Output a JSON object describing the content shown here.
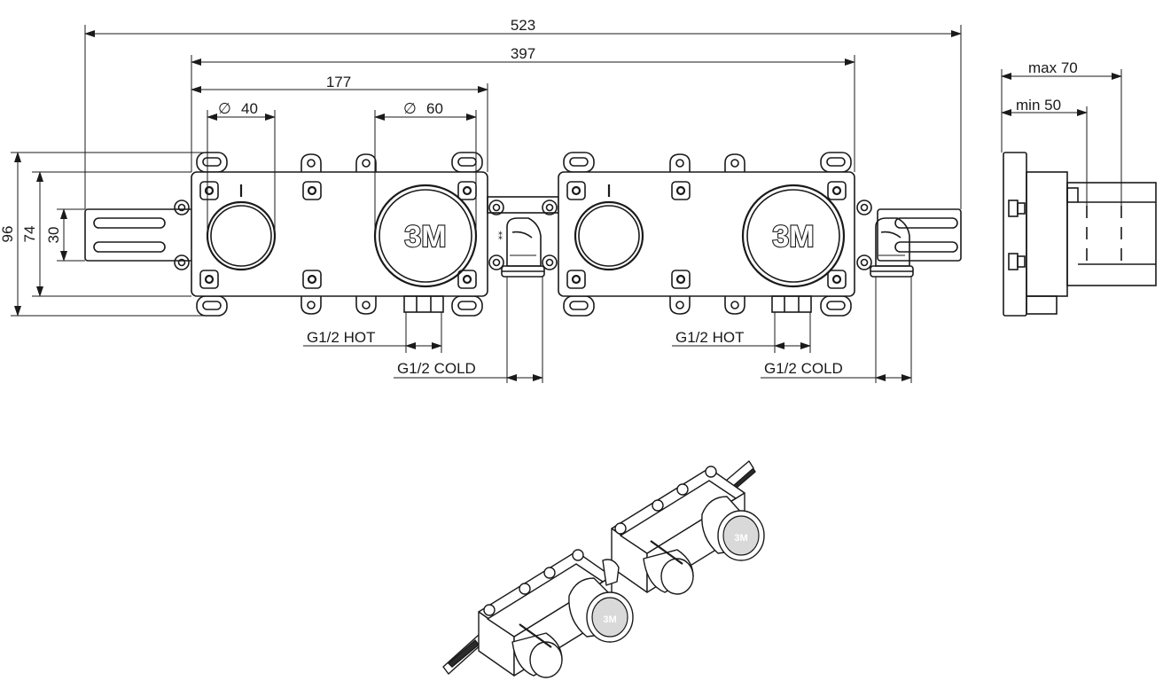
{
  "dimensions": {
    "overall_width": "523",
    "housing_span": "397",
    "module_width": "177",
    "diameter_small": "40",
    "diameter_large": "60",
    "diameter_symbol": "∅",
    "height_total": "96",
    "height_box": "74",
    "height_bracket": "30",
    "depth_max": "max  70",
    "depth_min": "min  50"
  },
  "connections": {
    "module1_hot": "G1/2 HOT",
    "module1_cold": "G1/2 COLD",
    "module2_hot": "G1/2 HOT",
    "module2_cold": "G1/2 COLD"
  },
  "logo": {
    "module1": "3M",
    "module2": "3M"
  },
  "colors": {
    "line": "#1a1a1a",
    "background": "#ffffff"
  }
}
